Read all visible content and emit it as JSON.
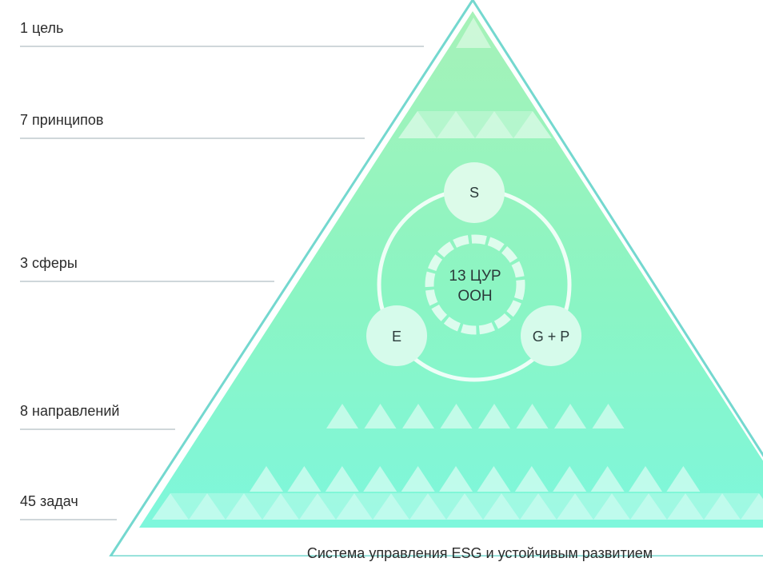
{
  "levels": [
    {
      "label": "1 цель"
    },
    {
      "label": "7 принципов"
    },
    {
      "label": "3 сферы"
    },
    {
      "label": "8 направлений"
    },
    {
      "label": "45 задач"
    }
  ],
  "center": {
    "line1": "13 ЦУР",
    "line2": "ООН"
  },
  "spheres": [
    {
      "label": "S"
    },
    {
      "label": "E"
    },
    {
      "label": "G + P"
    }
  ],
  "caption": "Система управления ESG и устойчивым развитием",
  "colors": {
    "top": "#a6f2b8",
    "middle": "#8bf5c3",
    "bottom": "#7ef7dc",
    "outline": "#74d8cf",
    "text": "#2b2b2b",
    "rule": "#cfd7da"
  }
}
